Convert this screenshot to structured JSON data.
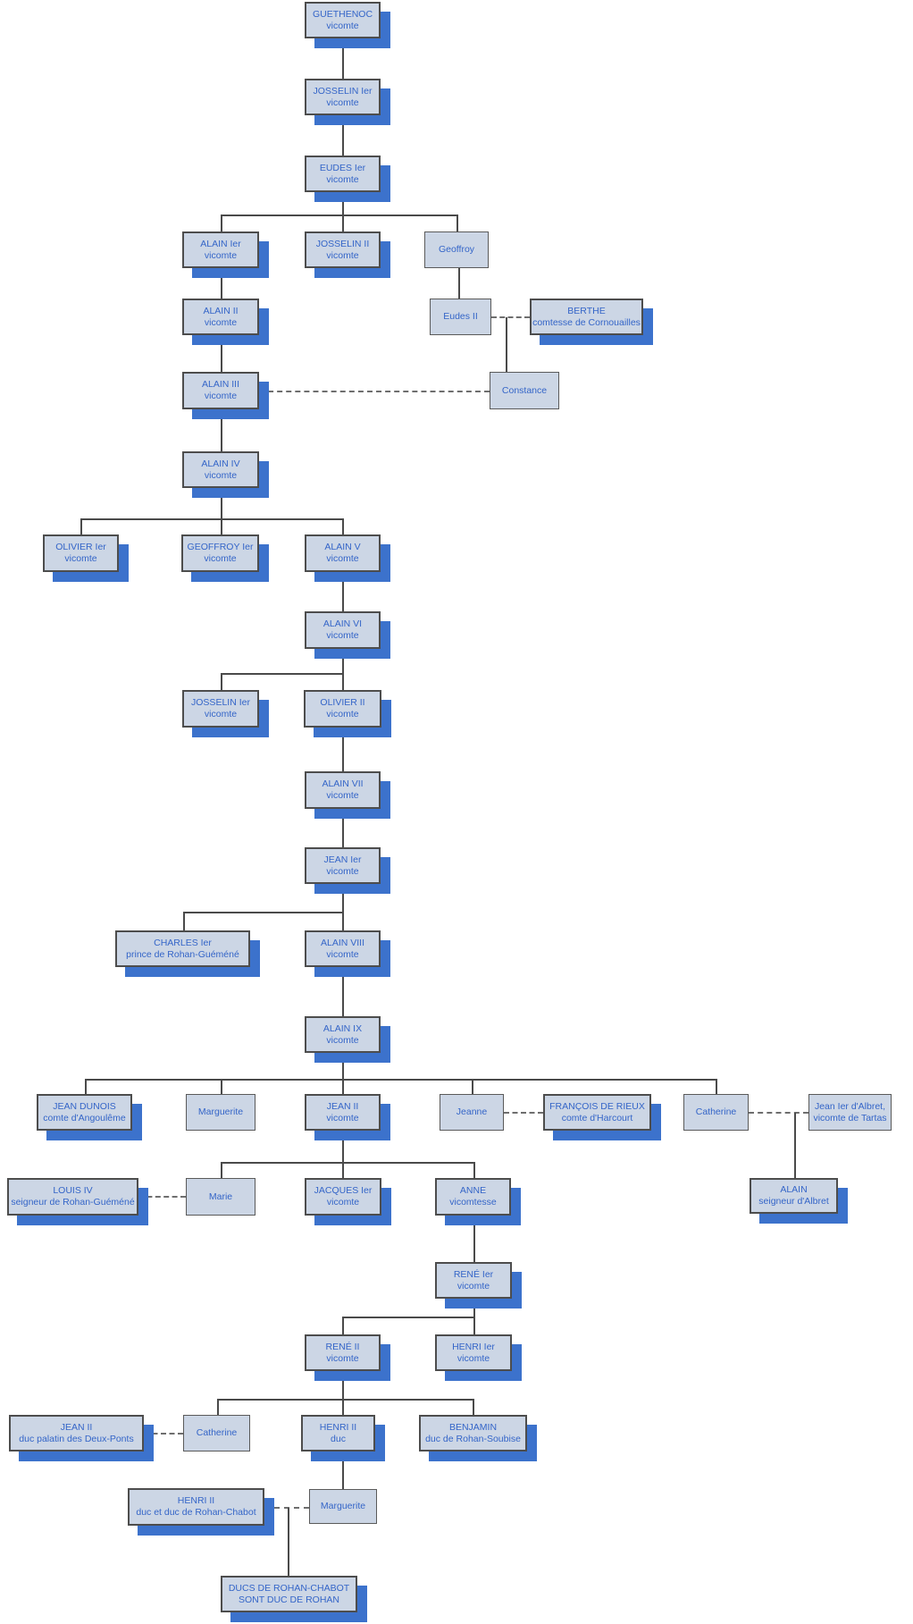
{
  "diagram": {
    "kind": "genealogy-tree",
    "final_statement": "DUCS DE ROHAN-CHABOT SONT DUC DE ROHAN"
  },
  "colors": {
    "box_fill": "#ccd6e5",
    "box_border": "#4d4d4d",
    "box_text": "#3465c8",
    "box_shadow": "#3c72cc",
    "line_solid": "#4a4a4a",
    "line_dashed": "#6e6e6e",
    "background": "#ffffff"
  },
  "nodes": {
    "guethenoc": {
      "line1": "GUETHENOC",
      "line2": "vicomte"
    },
    "josselin1": {
      "line1": "JOSSELIN Ier",
      "line2": "vicomte"
    },
    "eudes1": {
      "line1": "EUDES Ier",
      "line2": "vicomte"
    },
    "alain1": {
      "line1": "ALAIN Ier",
      "line2": "vicomte"
    },
    "josselin2": {
      "line1": "JOSSELIN II",
      "line2": "vicomte"
    },
    "geoffroy": {
      "line1": "Geoffroy"
    },
    "alain2": {
      "line1": "ALAIN II",
      "line2": "vicomte"
    },
    "eudes2": {
      "line1": "Eudes II"
    },
    "berthe": {
      "line1": "BERTHE",
      "line2": "comtesse de Cornouailles"
    },
    "alain3": {
      "line1": "ALAIN III",
      "line2": "vicomte"
    },
    "constance": {
      "line1": "Constance"
    },
    "alain4": {
      "line1": "ALAIN IV",
      "line2": "vicomte"
    },
    "olivier1": {
      "line1": "OLIVIER Ier",
      "line2": "vicomte"
    },
    "geoffroy1": {
      "line1": "GEOFFROY Ier",
      "line2": "vicomte"
    },
    "alain5": {
      "line1": "ALAIN V",
      "line2": "vicomte"
    },
    "alain6": {
      "line1": "ALAIN VI",
      "line2": "vicomte"
    },
    "josselin1b": {
      "line1": "JOSSELIN Ier",
      "line2": "vicomte"
    },
    "olivier2": {
      "line1": "OLIVIER II",
      "line2": "vicomte"
    },
    "alain7": {
      "line1": "ALAIN VII",
      "line2": "vicomte"
    },
    "jean1": {
      "line1": "JEAN Ier",
      "line2": "vicomte"
    },
    "charles1": {
      "line1": "CHARLES Ier",
      "line2": "prince de Rohan-Guéméné"
    },
    "alain8": {
      "line1": "ALAIN VIII",
      "line2": "vicomte"
    },
    "alain9": {
      "line1": "ALAIN IX",
      "line2": "vicomte"
    },
    "jeandunois": {
      "line1": "JEAN DUNOIS",
      "line2": "comte d'Angoulême"
    },
    "marguerite1": {
      "line1": "Marguerite"
    },
    "jean2": {
      "line1": "JEAN II",
      "line2": "vicomte"
    },
    "jeanne": {
      "line1": "Jeanne"
    },
    "francois": {
      "line1": "FRANÇOIS DE RIEUX",
      "line2": "comte d'Harcourt"
    },
    "catherine1": {
      "line1": "Catherine"
    },
    "jeanalbret": {
      "line1": "Jean Ier d'Albret,",
      "line2": "vicomte de Tartas"
    },
    "louis4": {
      "line1": "LOUIS IV",
      "line2": "seigneur de Rohan-Guéméné"
    },
    "marie": {
      "line1": "Marie"
    },
    "jacques1": {
      "line1": "JACQUES Ier",
      "line2": "vicomte"
    },
    "anne": {
      "line1": "ANNE",
      "line2": "vicomtesse"
    },
    "alainalbret": {
      "line1": "ALAIN",
      "line2": "seigneur d'Albret"
    },
    "rene1": {
      "line1": "RENÉ Ier",
      "line2": "vicomte"
    },
    "rene2": {
      "line1": "RENÉ II",
      "line2": "vicomte"
    },
    "henri1": {
      "line1": "HENRI Ier",
      "line2": "vicomte"
    },
    "jean2palatin": {
      "line1": "JEAN II",
      "line2": "duc palatin des Deux-Ponts"
    },
    "catherine2": {
      "line1": "Catherine"
    },
    "henri2duc": {
      "line1": "HENRI II",
      "line2": "duc"
    },
    "benjamin": {
      "line1": "BENJAMIN",
      "line2": "duc de Rohan-Soubise"
    },
    "henri2chabot": {
      "line1": "HENRI II",
      "line2": "duc et duc de Rohan-Chabot"
    },
    "marguerite2": {
      "line1": "Marguerite"
    },
    "ducs": {
      "line1": "DUCS DE ROHAN-CHABOT",
      "line2": "SONT DUC DE ROHAN"
    }
  }
}
